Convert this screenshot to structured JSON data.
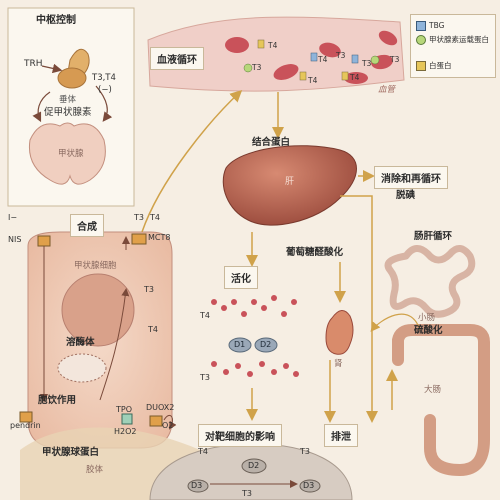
{
  "central_control": {
    "title": "中枢控制",
    "trh": "TRH",
    "pituitary": "垂体",
    "t3t4": "T3,T4",
    "minus": "(−)",
    "tsh": "促甲状腺素",
    "thyroid": "甲状腺"
  },
  "circulation": {
    "title": "血液循环",
    "vessel": "血管",
    "legend": {
      "tbg": "TBG",
      "ttr": "甲状腺素运载蛋白",
      "albumin": "白蛋白"
    },
    "hormones": [
      "T4",
      "T3",
      "T4",
      "T3",
      "T4",
      "T3",
      "T4",
      "T3"
    ]
  },
  "liver": {
    "binding_proteins": "结合蛋白",
    "liver_label": "肝",
    "clearance": "消除和再循环",
    "deiodination": "脱碘",
    "glucuronidation": "葡萄糖醛酸化"
  },
  "enterohepatic": {
    "title": "肠肝循环",
    "small_intestine": "小肠",
    "sulfation": "硫酸化",
    "large_intestine": "大肠"
  },
  "kidney": {
    "label": "肾"
  },
  "excretion": {
    "label": "排泄"
  },
  "activation": {
    "title": "活化",
    "t4": "T4",
    "t3": "T3",
    "d1": "D1",
    "d2": "D2"
  },
  "target_cell": {
    "title": "对靶细胞的影响",
    "t4": "T4",
    "t3": "T3",
    "d2": "D2",
    "d3": "D3",
    "t3_bottom": "T3"
  },
  "synthesis": {
    "title": "合成",
    "cell": "甲状腺细胞",
    "iodide": "I−",
    "nis": "NIS",
    "t3": "T3",
    "t4": "T4",
    "mct8": "MCT8",
    "lysosome": "溶酶体",
    "pinocytosis": "胞饮作用",
    "pendrin": "pendrin",
    "tpo": "TPO",
    "duox2": "DUOX2",
    "h2o2": "H2O2",
    "o2": "O2",
    "thyroglobulin": "甲状腺球蛋白",
    "colloid": "胶体"
  },
  "colors": {
    "background": "#f6eee3",
    "arrow": "#d0a24a",
    "blood_vessel": "#f0cfc8",
    "rbc": "#c9525a",
    "liver": "#b4604d",
    "box_border": "#c9b89a",
    "tbg": "#8fb4da",
    "ttr": "#b7d77a",
    "albumin": "#e6c65a"
  }
}
